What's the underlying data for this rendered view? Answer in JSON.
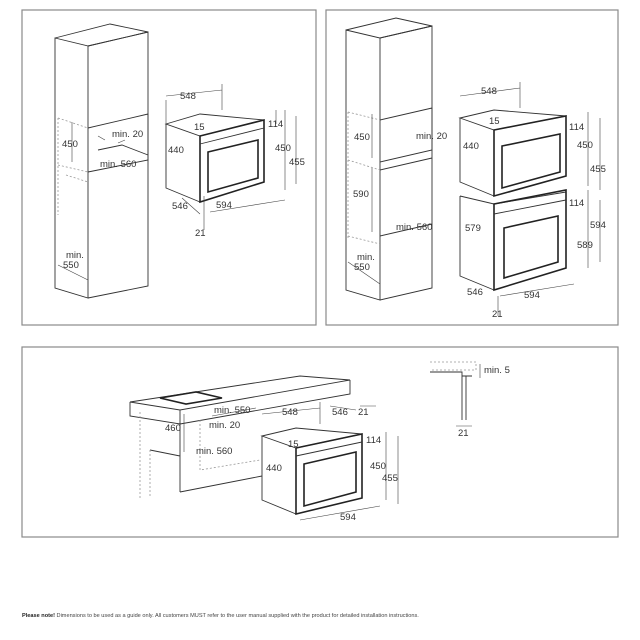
{
  "diagrams": {
    "tall_cabinet_single": {
      "labels": {
        "niche_height": "450",
        "min_20": "min. 20",
        "min_560": "min. 560",
        "min_550": "min.\n550",
        "depth_548": "548",
        "top_15": "15",
        "height_440": "440",
        "top_114": "114",
        "height_450": "450",
        "height_455": "455",
        "depth_546": "546",
        "width_594": "594",
        "front_21": "21"
      }
    },
    "tall_cabinet_double": {
      "labels": {
        "niche_height": "450",
        "min_20": "min. 20",
        "lower_590": "590",
        "min_560": "min. 560",
        "min_550": "min.\n550",
        "depth_548": "548",
        "top_15": "15",
        "height_440": "440",
        "top_114": "114",
        "height_450": "450",
        "height_455": "455",
        "lower_114": "114",
        "height_579": "579",
        "height_594": "594",
        "height_589": "589",
        "depth_546": "546",
        "width_594": "594",
        "front_21": "21"
      }
    },
    "under_counter": {
      "labels": {
        "min_550": "min. 550",
        "niche_460": "460",
        "min_20": "min. 20",
        "min_560": "min. 560",
        "depth_548": "548",
        "depth_546": "546",
        "front_21": "21",
        "top_15": "15",
        "top_114": "114",
        "height_440": "440",
        "height_450": "450",
        "height_455": "455",
        "width_594": "594",
        "detail_min_5": "min. 5",
        "detail_21": "21"
      }
    }
  },
  "footer": {
    "note_bold": "Please note!",
    "note_text": " Dimensions to be used as a guide only. All customers MUST refer to the user manual supplied with the product for detailed installation instructions."
  }
}
